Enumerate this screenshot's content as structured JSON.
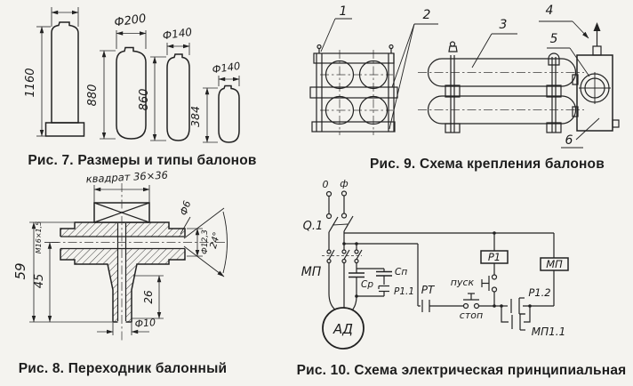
{
  "colors": {
    "paper": "#f4f3ef",
    "ink": "#222222"
  },
  "figures": {
    "fig7": {
      "caption": "Рис. 7. Размеры и типы балонов",
      "dims": {
        "h1": "1160",
        "d2": "Ф200",
        "h2": "880",
        "d3": "Ф140",
        "h3": "860",
        "d4": "Ф140",
        "h4": "384"
      }
    },
    "fig8": {
      "caption": "Рис. 8. Переходник балонный",
      "dims": {
        "square": "квадрат 36×36",
        "thread": "М16×1,5",
        "h59": "59",
        "h45": "45",
        "h26": "26",
        "d6": "Ф6",
        "d10": "Ф10",
        "d123": "Ф12,3",
        "angle": "24°"
      }
    },
    "fig9": {
      "caption": "Рис. 9. Схема крепления балонов",
      "callouts": {
        "c1": "1",
        "c2": "2",
        "c3": "3",
        "c4": "4",
        "c5": "5",
        "c6": "6"
      }
    },
    "fig10": {
      "caption": "Рис. 10. Схема электрическая принципиальная",
      "labels": {
        "zero": "0",
        "phase": "ф",
        "q1": "Q.1",
        "mp_contacts": "МП",
        "cr": "Ср",
        "cp": "Сп",
        "r11": "Р1.1",
        "rt": "РТ",
        "pusk": "пуск",
        "stop": "стоп",
        "r1_coil": "Р1",
        "mp_coil": "МП",
        "r12": "Р1.2",
        "mp11": "МП1.1",
        "motor": "АД"
      }
    }
  }
}
